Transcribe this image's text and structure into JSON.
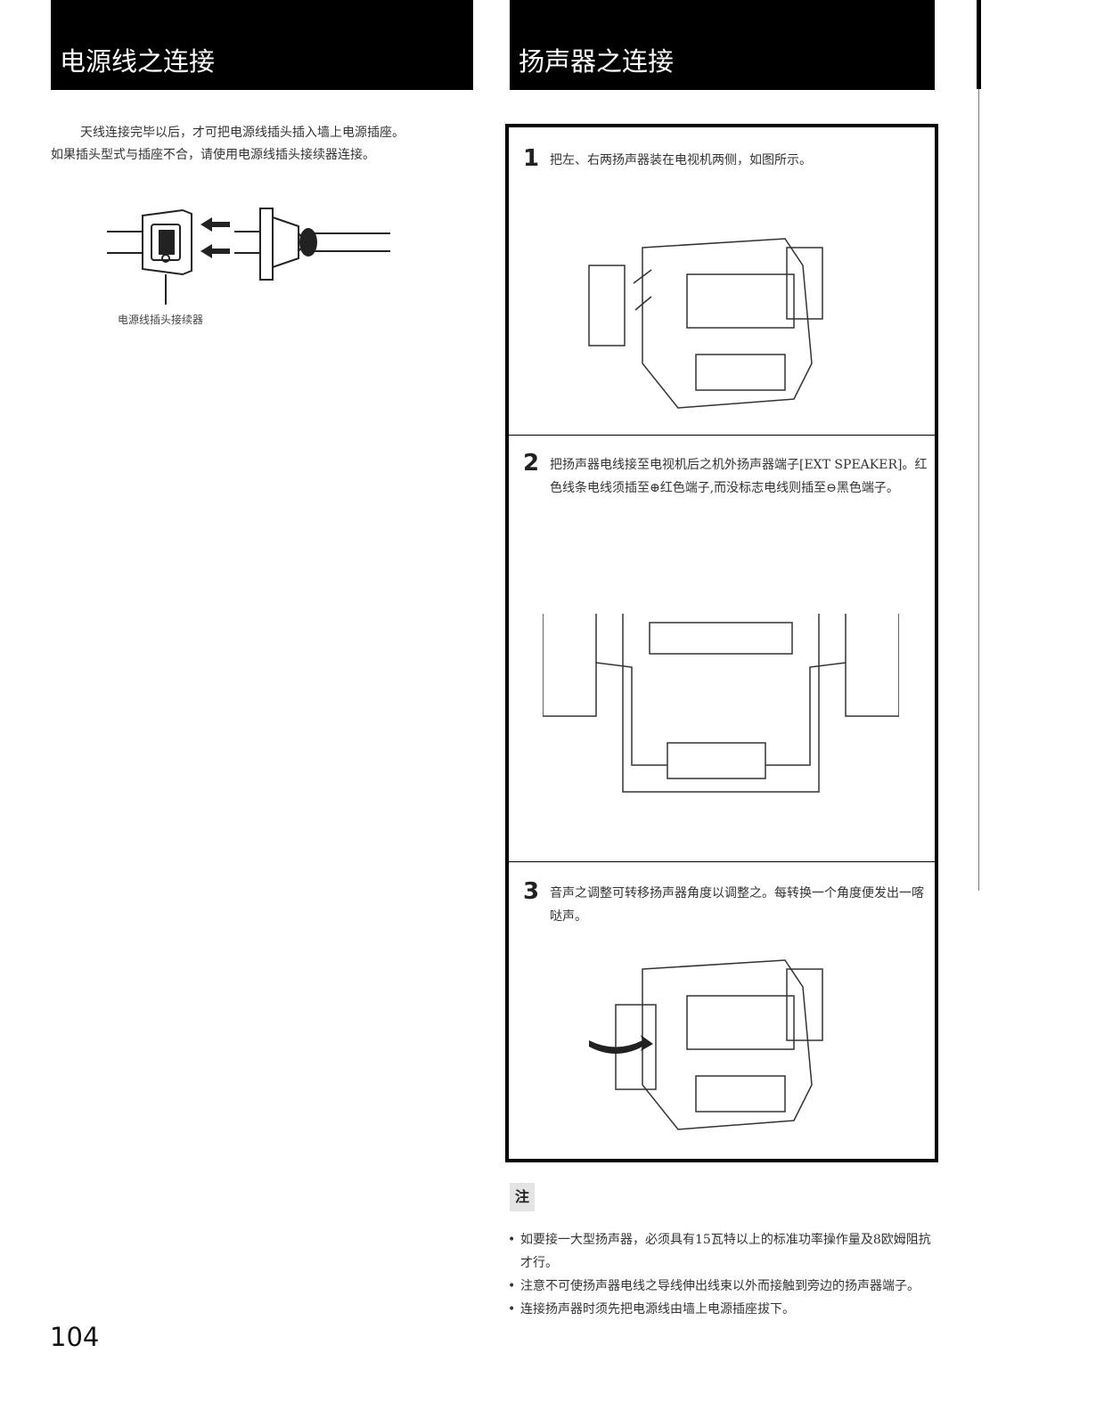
{
  "headers": {
    "power": "电源线之连接",
    "speaker": "扬声器之连接"
  },
  "power": {
    "line1": "天线连接完毕以后，才可把电源线插头插入墙上电源插座。",
    "line2": "如果插头型式与插座不合，请使用电源线插头接续器连接。",
    "caption": "电源线插头接续器"
  },
  "steps": [
    {
      "num": "1",
      "text": "把左、右两扬声器装在电视机两侧，如图所示。"
    },
    {
      "num": "2",
      "text": "把扬声器电线接至电视机后之机外扬声器端子[EXT SPEAKER]。红色线条电线须插至⊕红色端子,而没标志电线则插至⊖黑色端子。"
    },
    {
      "num": "3",
      "text": "音声之调整可转移扬声器角度以调整之。每转换一个角度便发出一喀哒声。"
    }
  ],
  "note": {
    "icon_label": "注",
    "items": [
      "如要接一大型扬声器，必须具有15瓦特以上的标准功率操作量及8欧姆阻抗才行。",
      "注意不可使扬声器电线之导线伸出线束以外而接触到旁边的扬声器端子。",
      "连接扬声器时须先把电源线由墙上电源插座拔下。"
    ]
  },
  "page_number": "104"
}
